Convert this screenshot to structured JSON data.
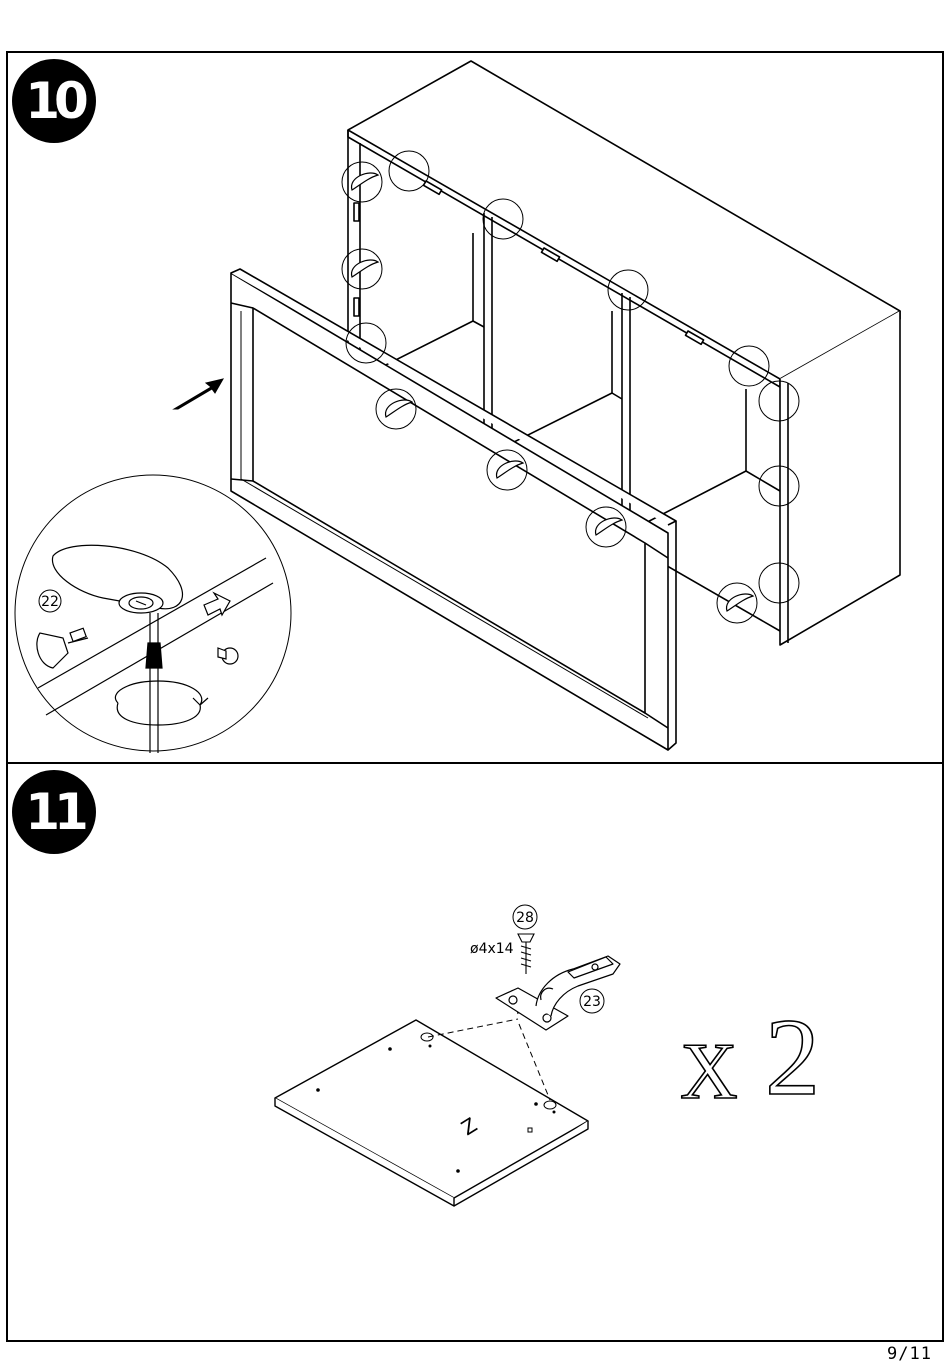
{
  "steps": [
    {
      "number": "10"
    },
    {
      "number": "11"
    }
  ],
  "parts": {
    "cam_lock": "22",
    "hinge": "23",
    "screw": "28",
    "screw_size": "ø4x14"
  },
  "multiplier": {
    "symbol": "X",
    "count": "2"
  },
  "panel_marking": "Z",
  "page_number": "9/11"
}
